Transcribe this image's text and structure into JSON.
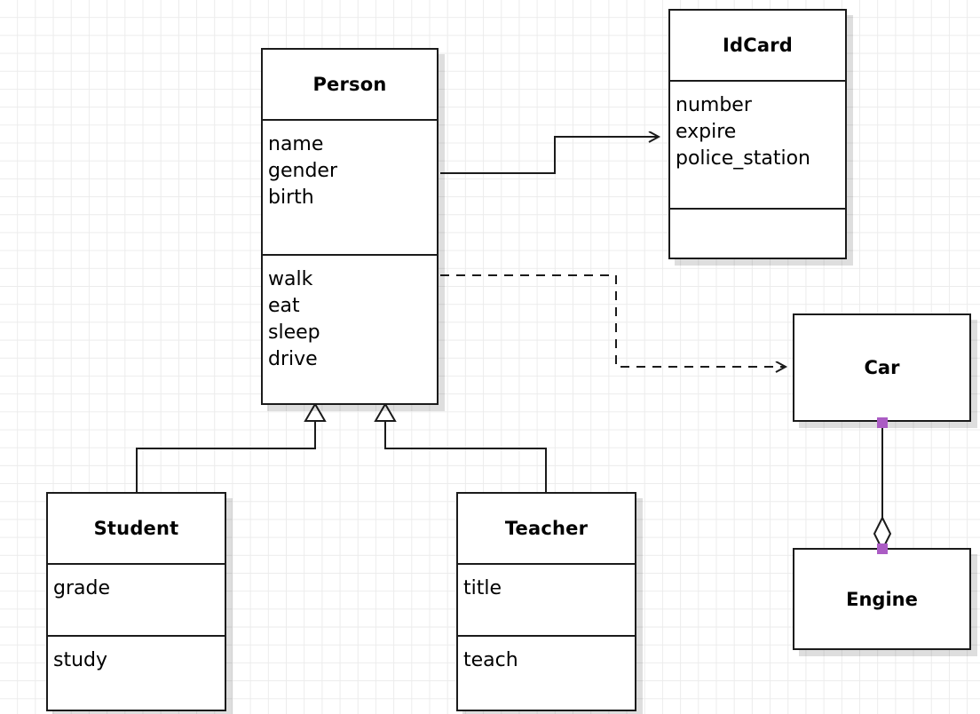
{
  "diagram": {
    "type": "uml-class-diagram",
    "background": "#ffffff",
    "grid_color": "#ececec",
    "line_color": "#1b1b1b",
    "handle_color": "#ab5cc4"
  },
  "classes": {
    "person": {
      "name": "Person",
      "attributes": "name\ngender\nbirth",
      "methods": "walk\neat\nsleep\ndrive"
    },
    "idcard": {
      "name": "IdCard",
      "attributes": "number\nexpire\npolice_station",
      "methods": ""
    },
    "student": {
      "name": "Student",
      "attributes": "grade",
      "methods": "study"
    },
    "teacher": {
      "name": "Teacher",
      "attributes": "title",
      "methods": "teach"
    },
    "car": {
      "name": "Car"
    },
    "engine": {
      "name": "Engine"
    }
  },
  "relationships": [
    {
      "name": "person-to-idcard",
      "kind": "association",
      "from": "Person",
      "to": "IdCard",
      "style": "solid",
      "arrowhead": "open"
    },
    {
      "name": "person-to-car",
      "kind": "dependency",
      "from": "Person",
      "to": "Car",
      "style": "dashed",
      "arrowhead": "open"
    },
    {
      "name": "student-to-person",
      "kind": "generalization",
      "from": "Student",
      "to": "Person",
      "style": "solid",
      "arrowhead": "hollow-triangle"
    },
    {
      "name": "teacher-to-person",
      "kind": "generalization",
      "from": "Teacher",
      "to": "Person",
      "style": "solid",
      "arrowhead": "hollow-triangle"
    },
    {
      "name": "car-to-engine",
      "kind": "aggregation",
      "from": "Car",
      "to": "Engine",
      "style": "solid",
      "arrowhead": "hollow-diamond"
    }
  ]
}
